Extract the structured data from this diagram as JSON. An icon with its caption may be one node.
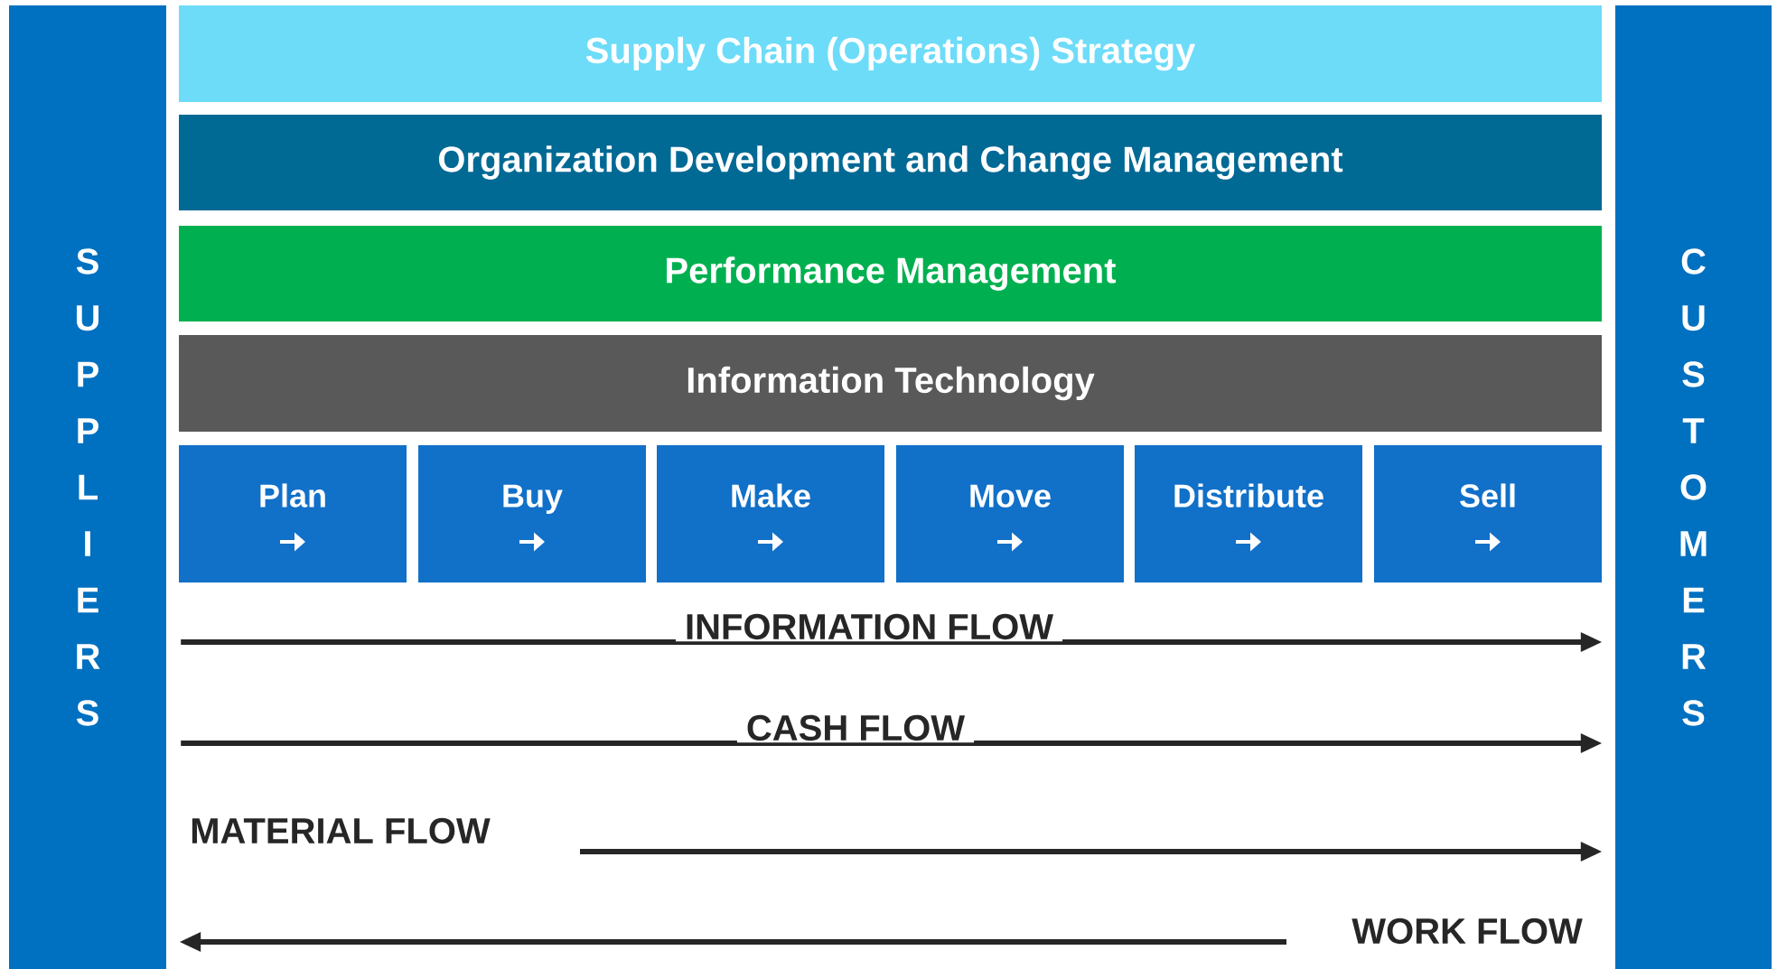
{
  "diagram": {
    "nodes": [
      {
        "text": [
          "SUPPLIERS"
        ]
      },
      {
        "text": [
          "CUSTOMERS"
        ]
      },
      {
        "text": [
          "Supply Chain (Operations) Strategy"
        ]
      },
      {
        "text": [
          "Organization Development and Change Management"
        ]
      },
      {
        "text": [
          "Performance Management"
        ]
      },
      {
        "text": [
          "Information Technology"
        ]
      },
      {
        "text": [
          "Plan"
        ]
      },
      {
        "text": [
          "Buy"
        ]
      },
      {
        "text": [
          "Make"
        ]
      },
      {
        "text": [
          "Move"
        ]
      },
      {
        "text": [
          "Distribute"
        ]
      },
      {
        "text": [
          "Sell"
        ]
      }
    ],
    "edges": [
      {
        "from": 0,
        "to": 1,
        "arrow": "to",
        "label": "INFORMATION FLOW"
      },
      {
        "from": 0,
        "to": 1,
        "arrow": "to",
        "label": "CASH FLOW"
      },
      {
        "from": null,
        "to": 1,
        "arrow": "to",
        "label": "MATERIAL FLOW"
      },
      {
        "from": null,
        "to": 0,
        "arrow": "to",
        "label": "WORK FLOW"
      }
    ]
  }
}
